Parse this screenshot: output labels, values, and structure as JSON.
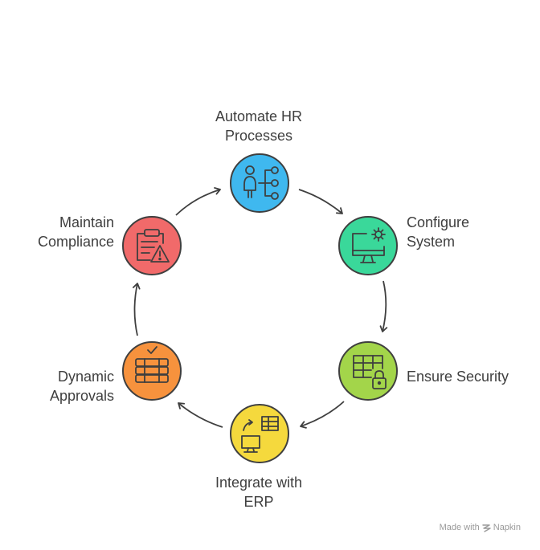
{
  "steps": [
    {
      "id": "automate",
      "line1": "Automate HR",
      "line2": "Processes",
      "color": "#3fb8ef",
      "icon": "org-hierarchy-icon"
    },
    {
      "id": "configure",
      "line1": "Configure",
      "line2": "System",
      "color": "#3ad89a",
      "icon": "monitor-gear-icon"
    },
    {
      "id": "security",
      "line1": "Ensure Security",
      "line2": "",
      "color": "#a3d54a",
      "icon": "table-lock-icon"
    },
    {
      "id": "integrate",
      "line1": "Integrate with",
      "line2": "ERP",
      "color": "#f5d93d",
      "icon": "computer-sync-table-icon"
    },
    {
      "id": "approvals",
      "line1": "Dynamic",
      "line2": "Approvals",
      "color": "#f7923d",
      "icon": "checked-database-icon"
    },
    {
      "id": "compliance",
      "line1": "Maintain",
      "line2": "Compliance",
      "color": "#f16a6a",
      "icon": "clipboard-warning-icon"
    }
  ],
  "footer": {
    "made_with": "Made with",
    "brand": "Napkin",
    "brand_icon": "napkin-logo-icon"
  }
}
